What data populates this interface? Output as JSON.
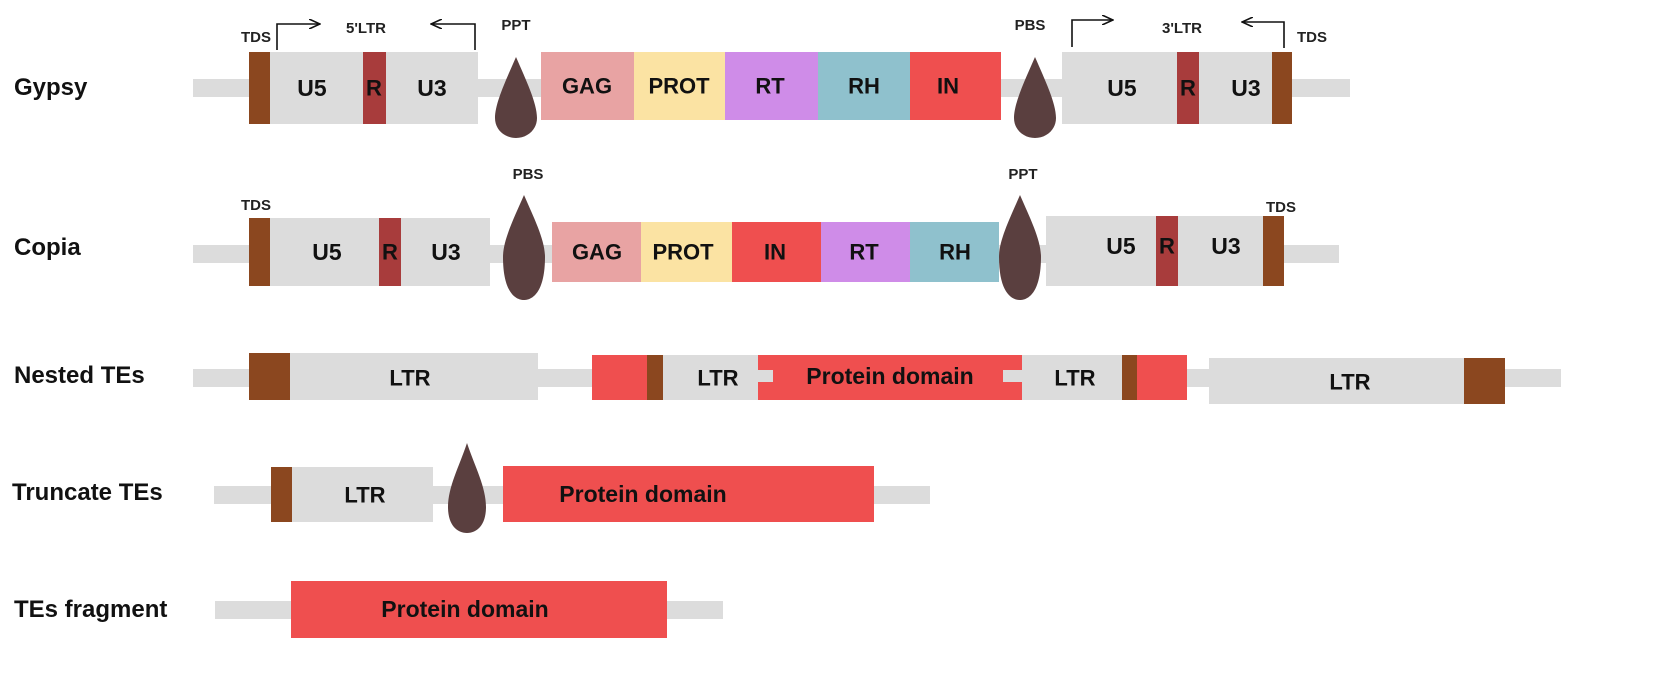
{
  "colors": {
    "backbone": "#dcdcdc",
    "ltr": "#dcdcdc",
    "tds": "#8b471f",
    "r": "#a83c3c",
    "drop": "#5a3f3f",
    "gag": "#e8a3a3",
    "prot": "#fbe3a3",
    "rt": "#cf8ce8",
    "rh": "#8fc1cd",
    "in": "#ef4f4f",
    "protein_domain": "#ef4f4f",
    "arrow": "#111111"
  },
  "rows": {
    "gypsy": {
      "label": "Gypsy"
    },
    "copia": {
      "label": "Copia"
    },
    "nested": {
      "label": "Nested TEs"
    },
    "truncate": {
      "label": "Truncate TEs"
    },
    "fragment": {
      "label": "TEs fragment"
    }
  },
  "labels": {
    "tds": "TDS",
    "ltr5": "5'LTR",
    "ltr3": "3'LTR",
    "ppt": "PPT",
    "pbs": "PBS",
    "u5": "U5",
    "u3": "U3",
    "r": "R",
    "gag": "GAG",
    "prot": "PROT",
    "rt": "RT",
    "rh": "RH",
    "in": "IN",
    "ltr": "LTR",
    "protein_domain": "Protein domain"
  }
}
